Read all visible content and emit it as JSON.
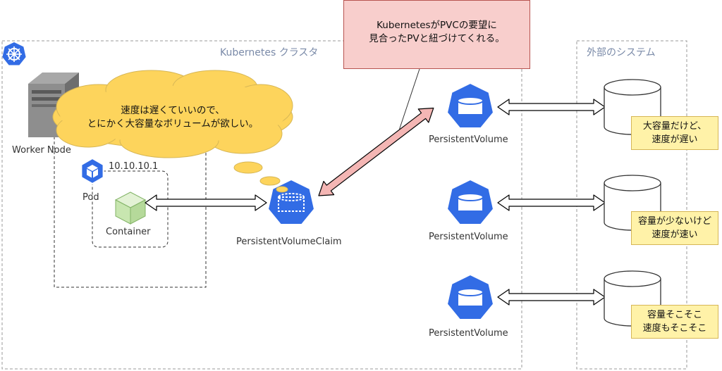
{
  "regions": {
    "cluster_title": "Kubernetes クラスタ",
    "external_title": "外部のシステム"
  },
  "worker_node": {
    "label": "Worker Node"
  },
  "pod": {
    "label": "Pod",
    "ip": "10.10.10.1"
  },
  "container": {
    "label": "Container"
  },
  "pvc": {
    "label": "PersistentVolumeClaim"
  },
  "persistent_volumes": [
    {
      "label": "PersistentVolume"
    },
    {
      "label": "PersistentVolume"
    },
    {
      "label": "PersistentVolume"
    }
  ],
  "thought_bubble": {
    "line1": "速度は遅くていいので、",
    "line2": "とにかく大容量なボリュームが欲しい。"
  },
  "callout": {
    "line1": "KubernetesがPVCの要望に",
    "line2": "見合ったPVと紐づけてくれる。"
  },
  "storage_notes": [
    {
      "line1": "大容量だけど、",
      "line2": "速度が遅い"
    },
    {
      "line1": "容量が少ないけど",
      "line2": "速度が速い"
    },
    {
      "line1": "容量そこそこ",
      "line2": "速度もそこそこ"
    }
  ],
  "colors": {
    "kubernetes_blue": "#326ce5",
    "callout_fill": "#f8cecc",
    "callout_border": "#b85450",
    "cloud_fill": "#fdd45c",
    "note_fill": "#fff2a8",
    "link_arrow_fill": "#f4b6b4",
    "container_green": "#c8e6b0"
  },
  "icons": {
    "cluster": "kubernetes-helm-icon",
    "worker_node": "server-icon",
    "pod": "cube-icon",
    "container": "cube-icon",
    "pvc": "pvc-icon",
    "pv": "persistent-volume-icon",
    "storage": "cylinder-storage-icon"
  }
}
